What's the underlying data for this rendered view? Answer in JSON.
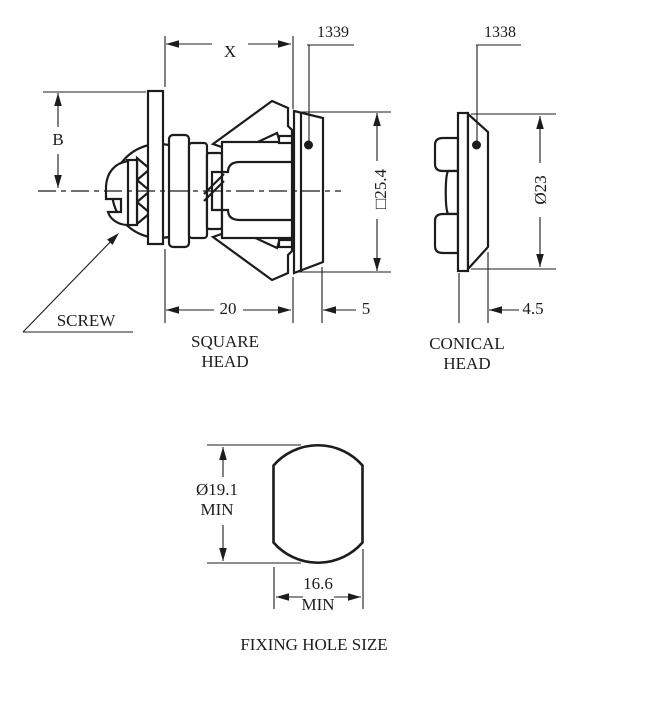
{
  "colors": {
    "line": "#1c1c1c",
    "background": "#ffffff"
  },
  "square_head_view": {
    "dim_x": "X",
    "dim_b": "B",
    "part_number": "1339",
    "dim_square": "□25.4",
    "dim_body_length": "20",
    "dim_head_depth": "5",
    "screw_label": "SCREW",
    "caption_line1": "SQUARE",
    "caption_line2": "HEAD"
  },
  "conical_head_view": {
    "part_number": "1338",
    "dim_diameter": "Ø23",
    "dim_head_depth": "4.5",
    "caption_line1": "CONICAL",
    "caption_line2": "HEAD"
  },
  "fixing_hole_view": {
    "dim_diameter": "Ø19.1",
    "dim_diameter_qualifier": "MIN",
    "dim_width": "16.6",
    "dim_width_qualifier": "MIN",
    "caption": "FIXING HOLE SIZE"
  }
}
